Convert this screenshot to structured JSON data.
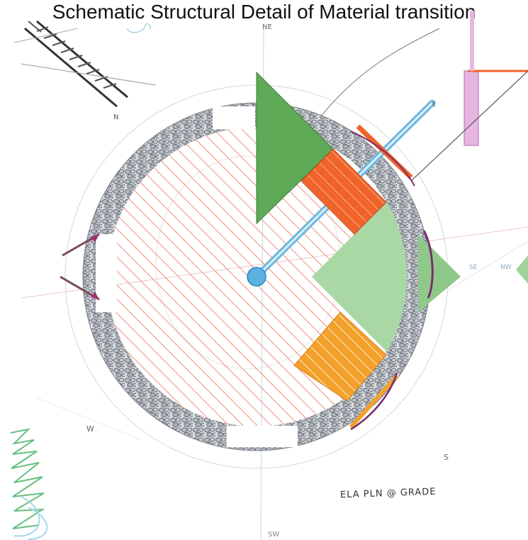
{
  "title": "Schematic Structural Detail of Material transition",
  "labels": {
    "north_east": "NE",
    "west": "W",
    "south": "S",
    "south_west": "SW",
    "south_east": "SE",
    "north_west": "NW",
    "north": "N",
    "east": "E",
    "plan_caption": "ELA PLN @ GRADE"
  },
  "colors": {
    "gravel_ring": "#9aa0a8",
    "brick_hatch": "#e8735e",
    "grass_green": "#6fb86a",
    "light_green": "#9fd39a",
    "orange_block": "#f0632a",
    "amber_block": "#f3a12c",
    "blue_axis": "#6db8dc",
    "magenta": "#a0337a"
  }
}
